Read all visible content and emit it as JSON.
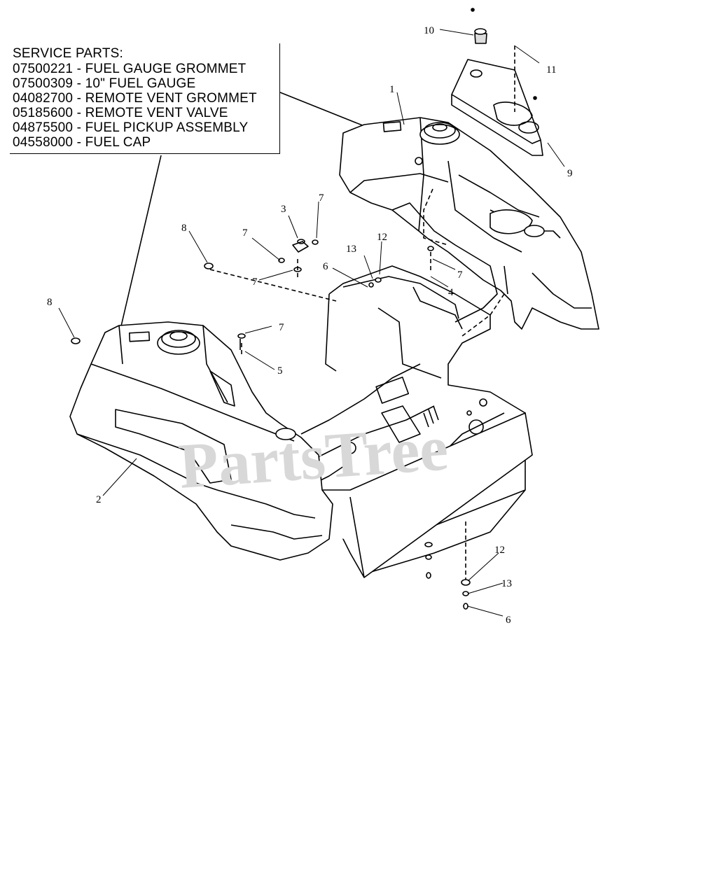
{
  "service_parts": {
    "title": "SERVICE PARTS:",
    "lines": [
      "07500221 - FUEL GAUGE GROMMET",
      "07500309 - 10\" FUEL GAUGE",
      "04082700 - REMOTE VENT GROMMET",
      "05185600 - REMOTE VENT VALVE",
      "04875500 - FUEL PICKUP ASSEMBLY",
      "04558000 - FUEL CAP"
    ]
  },
  "callouts": [
    "1",
    "2",
    "3",
    "4",
    "5",
    "6",
    "6",
    "7",
    "7",
    "7",
    "7",
    "7",
    "8",
    "8",
    "9",
    "10",
    "11",
    "12",
    "12",
    "13",
    "13"
  ],
  "watermark": "PartsTree"
}
